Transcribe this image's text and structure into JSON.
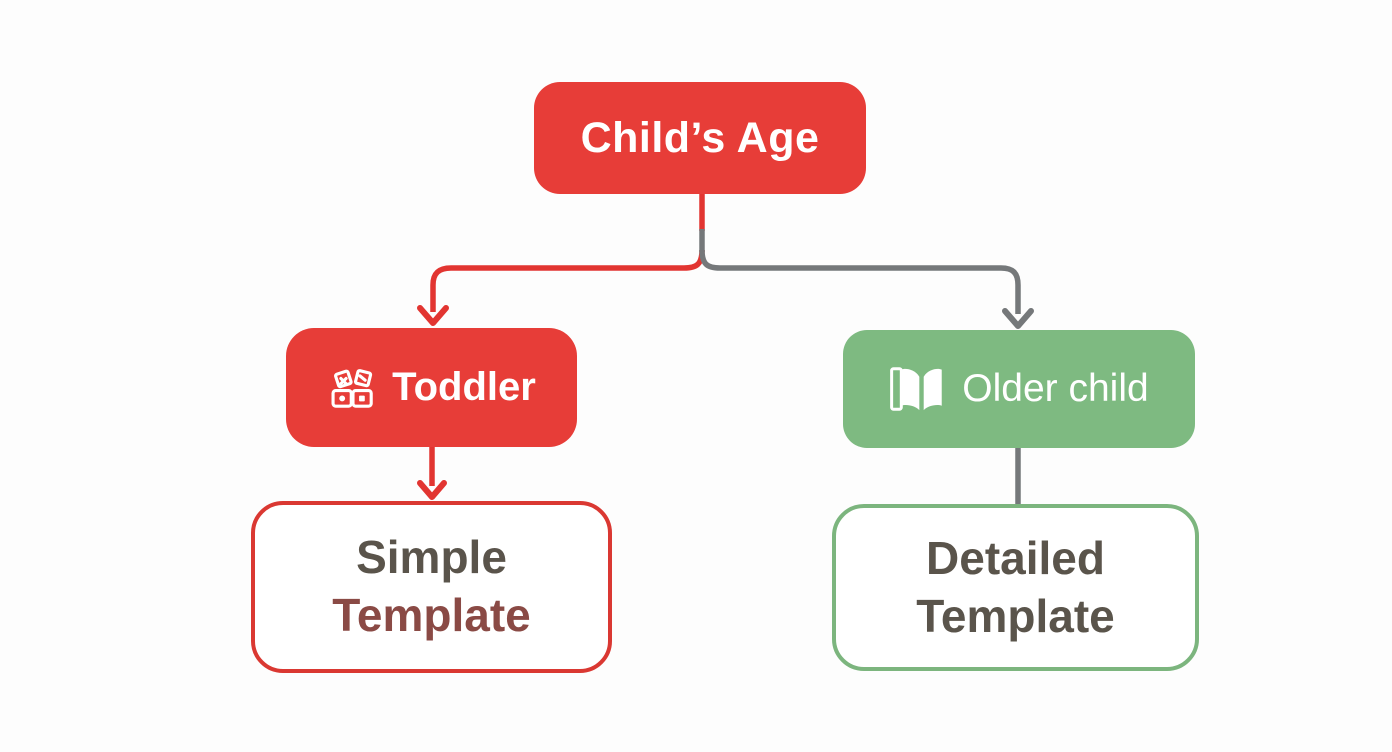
{
  "diagram_type": "flowchart",
  "background_color": "#fdfdfd",
  "nodes": {
    "root": {
      "label": "Child’s Age",
      "bg": "#e73d38",
      "text_color": "#ffffff"
    },
    "toddler": {
      "label": "Toddler",
      "icon": "toy-blocks-icon",
      "bg": "#e73d38",
      "text_color": "#ffffff"
    },
    "older_child": {
      "label": "Older child",
      "icon": "open-book-icon",
      "bg": "#7eba81",
      "text_color": "#ffffff"
    },
    "simple_template": {
      "line1": "Simple",
      "line2": "Template",
      "border_color": "#da3832",
      "line1_color": "#5a544b",
      "line2_color": "#8a4a45",
      "bg": "#ffffff"
    },
    "detailed_template": {
      "line1": "Detailed",
      "line2": "Template",
      "border_color": "#7cb57e",
      "text_color": "#5a544b",
      "bg": "#ffffff"
    }
  },
  "edges": [
    {
      "from": "root",
      "to": "toddler",
      "color": "#e23531",
      "arrow": true
    },
    {
      "from": "root",
      "to": "older_child",
      "color": "#75787a",
      "arrow": true
    },
    {
      "from": "toddler",
      "to": "simple_template",
      "color": "#e23531",
      "arrow": true
    },
    {
      "from": "older_child",
      "to": "detailed_template",
      "color": "#75787a",
      "arrow": false
    }
  ]
}
